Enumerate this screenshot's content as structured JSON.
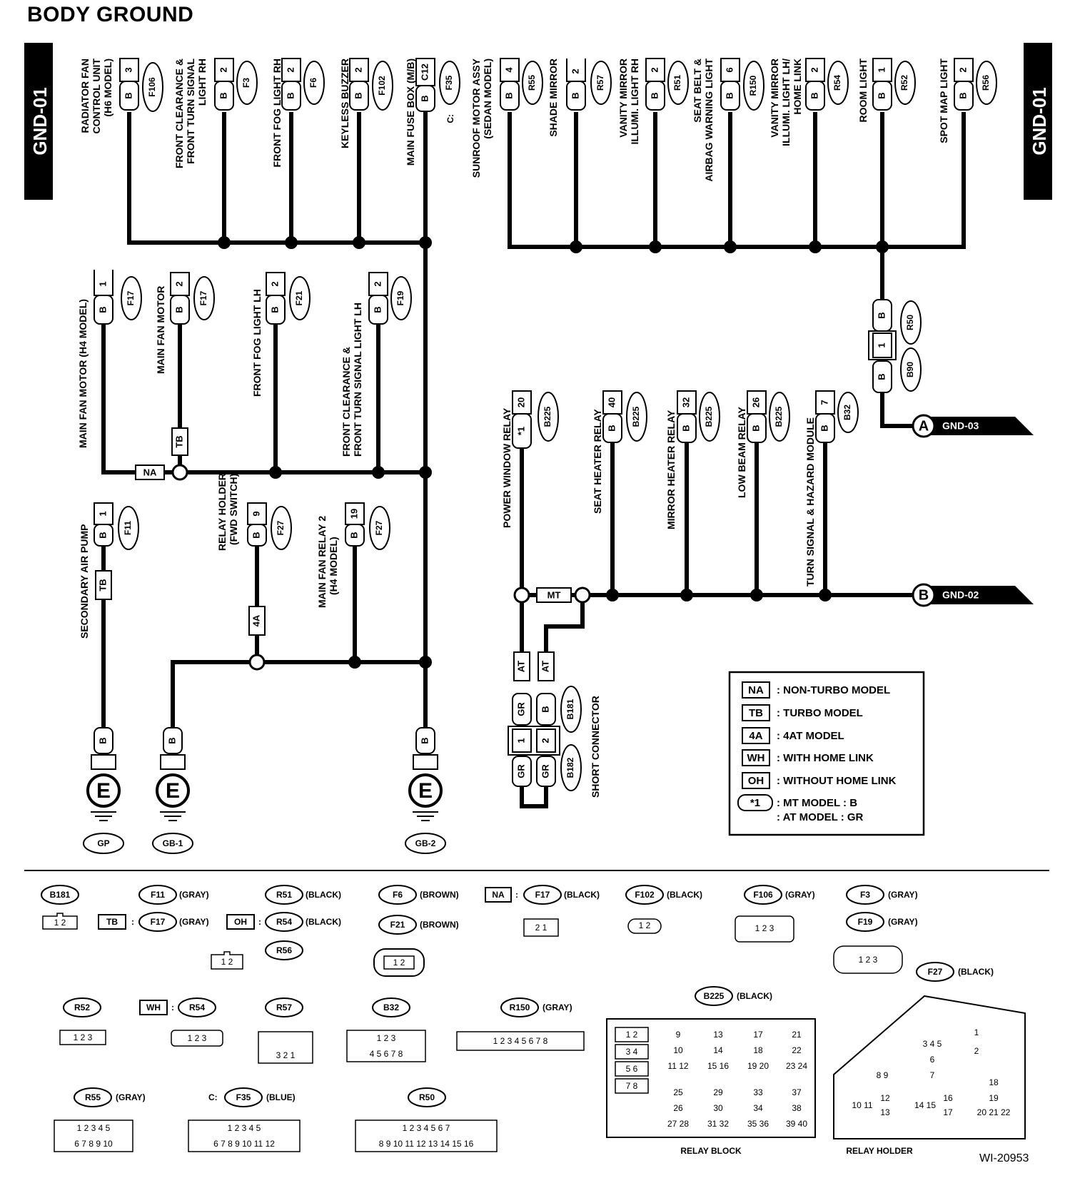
{
  "title": "BODY GROUND",
  "code": "WI-20953",
  "page_ids": [
    "GND-01",
    "GND-01"
  ],
  "top_left_components": [
    {
      "label": [
        "RADIATOR FAN",
        "CONTROL UNIT",
        "(H6 MODEL)"
      ],
      "pin": "3",
      "wire": "B",
      "conn": "F106"
    },
    {
      "label": [
        "FRONT CLEARANCE &",
        "FRONT TURN SIGNAL",
        "LIGHT RH"
      ],
      "pin": "2",
      "wire": "B",
      "conn": "F3"
    },
    {
      "label": [
        "FRONT FOG LIGHT RH"
      ],
      "pin": "2",
      "wire": "B",
      "conn": "F6"
    },
    {
      "label": [
        "KEYLESS BUZZER"
      ],
      "pin": "2",
      "wire": "B",
      "conn": "F102"
    },
    {
      "label": [
        "MAIN FUSE BOX (M/B)"
      ],
      "pin": "C12",
      "wire": "B",
      "conn": "F35",
      "prefix": "C:"
    }
  ],
  "top_right_components": [
    {
      "label": [
        "SUNROOF MOTOR ASSY",
        "(SEDAN MODEL)"
      ],
      "pin": "4",
      "wire": "B",
      "conn": "R55"
    },
    {
      "label": [
        "SHADE MIRROR"
      ],
      "pin": "2",
      "wire": "B",
      "conn": "R57"
    },
    {
      "label": [
        "VANITY MIRROR",
        "ILLUMI. LIGHT RH"
      ],
      "pin": "2",
      "wire": "B",
      "conn": "R51"
    },
    {
      "label": [
        "SEAT BELT &",
        "AIRBAG WARNING LIGHT"
      ],
      "pin": "6",
      "wire": "B",
      "conn": "R150"
    },
    {
      "label": [
        "VANITY MIRROR",
        "ILLUMI. LIGHT LH/",
        "HOME LINK"
      ],
      "pin": "2",
      "wire": "B",
      "conn": "R54"
    },
    {
      "label": [
        "ROOM LIGHT"
      ],
      "pin": "1",
      "wire": "B",
      "conn": "R52"
    },
    {
      "label": [
        "SPOT MAP LIGHT"
      ],
      "pin": "2",
      "wire": "B",
      "conn": "R56"
    }
  ],
  "mid_left_components": [
    {
      "label": [
        "MAIN FAN MOTOR (H4 MODEL)"
      ],
      "pin": "1",
      "wire": "B",
      "conn": "F17"
    },
    {
      "label": [
        "MAIN FAN MOTOR"
      ],
      "pin": "2",
      "wire": "B",
      "conn": "F17"
    },
    {
      "label": [
        "FRONT FOG LIGHT LH"
      ],
      "pin": "2",
      "wire": "B",
      "conn": "F21"
    },
    {
      "label": [
        "FRONT CLEARANCE &",
        "FRONT TURN SIGNAL LIGHT LH"
      ],
      "pin": "2",
      "wire": "B",
      "conn": "F19"
    }
  ],
  "lower_left_components": [
    {
      "label": [
        "SECONDARY AIR PUMP"
      ],
      "pin": "1",
      "wire": "B",
      "conn": "F11"
    },
    {
      "label": [
        "RELAY HOLDER",
        "(FWD SWITCH)"
      ],
      "pin": "9",
      "wire": "B",
      "conn": "F27"
    },
    {
      "label": [
        "MAIN FAN RELAY 2",
        "(H4 MODEL)"
      ],
      "pin": "19",
      "wire": "B",
      "conn": "F27"
    }
  ],
  "relay_components": [
    {
      "label": [
        "POWER WINDOW RELAY"
      ],
      "pin": "20",
      "wire": "*1",
      "conn": "B225"
    },
    {
      "label": [
        "SEAT HEATER RELAY"
      ],
      "pin": "40",
      "wire": "B",
      "conn": "B225"
    },
    {
      "label": [
        "MIRROR HEATER RELAY"
      ],
      "pin": "32",
      "wire": "B",
      "conn": "B225"
    },
    {
      "label": [
        "LOW BEAM RELAY"
      ],
      "pin": "26",
      "wire": "B",
      "conn": "B225"
    },
    {
      "label": [
        "TURN SIGNAL & HAZARD MODULE"
      ],
      "pin": "7",
      "wire": "B",
      "conn": "B32"
    }
  ],
  "relay_connector": {
    "wire_top": "B",
    "pin": "1",
    "wire_bottom": "B",
    "conn_top": "R50",
    "conn_bottom": "B90"
  },
  "short_connector": {
    "label": "SHORT CONNECTOR",
    "conn_top": "B181",
    "conn_bottom": "B182",
    "pins": [
      "1",
      "2"
    ],
    "wires_top": [
      "GR",
      "B"
    ],
    "wires_bottom": [
      "GR",
      "GR"
    ],
    "at_tags": [
      "AT",
      "AT"
    ]
  },
  "offpage": [
    {
      "letter": "A",
      "ref": "GND-03"
    },
    {
      "letter": "B",
      "ref": "GND-02"
    }
  ],
  "grounds": [
    {
      "sym": "E",
      "wire": "B",
      "name": "GP"
    },
    {
      "sym": "E",
      "wire": "B",
      "name": "GB-1"
    },
    {
      "sym": "E",
      "wire": "B",
      "name": "GB-2"
    }
  ],
  "tags": {
    "na": "NA",
    "tb": "TB",
    "tb2": "TB",
    "fa": "4A",
    "mt": "MT"
  },
  "legend": [
    {
      "tag": "NA",
      "text": ": NON-TURBO MODEL"
    },
    {
      "tag": "TB",
      "text": ": TURBO MODEL"
    },
    {
      "tag": "4A",
      "text": ": 4AT MODEL"
    },
    {
      "tag": "WH",
      "text": ": WITH HOME LINK"
    },
    {
      "tag": "OH",
      "text": ": WITHOUT HOME LINK"
    },
    {
      "tag": "*1",
      "text": ": MT MODEL  : B",
      "text2": ": AT MODEL   : GR"
    }
  ],
  "connector_views": [
    {
      "id": "B181",
      "color": "",
      "pins": "1 2"
    },
    {
      "id": "F11",
      "color": "(GRAY)"
    },
    {
      "id": "F17",
      "color": "(GRAY)",
      "tag": "TB"
    },
    {
      "id": "R51",
      "color": "(BLACK)"
    },
    {
      "id": "R54",
      "color": "(BLACK)",
      "tag": "OH"
    },
    {
      "id": "R56",
      "color": ""
    },
    {
      "id": "F6",
      "color": "(BROWN)"
    },
    {
      "id": "F21",
      "color": "(BROWN)"
    },
    {
      "id": "F17",
      "color": "(BLACK)",
      "tag": "NA"
    },
    {
      "id": "F102",
      "color": "(BLACK)"
    },
    {
      "id": "F106",
      "color": "(GRAY)"
    },
    {
      "id": "F3",
      "color": "(GRAY)"
    },
    {
      "id": "F19",
      "color": "(GRAY)"
    },
    {
      "id": "F27",
      "color": "(BLACK)"
    },
    {
      "id": "R52",
      "color": ""
    },
    {
      "id": "R54",
      "color": "",
      "tag": "WH"
    },
    {
      "id": "R57",
      "color": ""
    },
    {
      "id": "B32",
      "color": ""
    },
    {
      "id": "R150",
      "color": "(GRAY)"
    },
    {
      "id": "B225",
      "color": "(BLACK)"
    },
    {
      "id": "R55",
      "color": "(GRAY)"
    },
    {
      "id": "F35",
      "color": "(BLUE)",
      "prefix": "C:"
    },
    {
      "id": "R50",
      "color": ""
    }
  ],
  "block_labels": {
    "relay_block": "RELAY BLOCK",
    "relay_holder": "RELAY HOLDER"
  }
}
